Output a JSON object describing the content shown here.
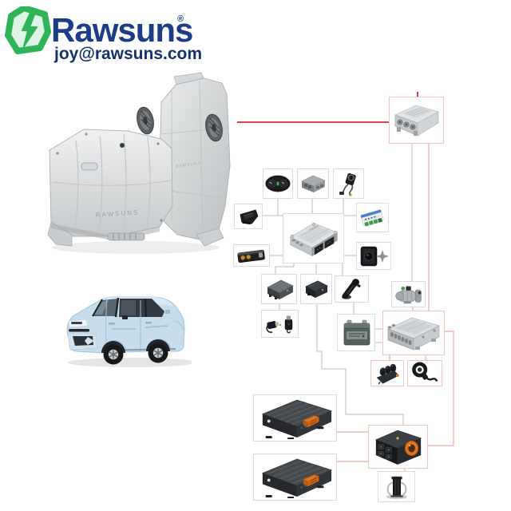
{
  "header": {
    "brand": "Rawsuns",
    "trademark": "®",
    "email": "joy@rawsuns.com"
  },
  "motor": {
    "emboss_text": "RAWSUNS"
  },
  "colors": {
    "brand_green": "#2fb457",
    "brand_navy": "#1d3c87",
    "email_navy": "#16306b",
    "red_line": "#e60012",
    "pink_line": "#f4b6b6",
    "gray_line": "#c9c9c9",
    "box_border_gray": "#dcdcdc",
    "box_border_pink": "#f2c6c6",
    "car_blue": "#c6dded",
    "battery_orange": "#e0731f"
  },
  "diagram": {
    "components": [
      {
        "name": "motor-controller"
      },
      {
        "name": "instrument-cluster"
      },
      {
        "name": "dcdc-module"
      },
      {
        "name": "ignition-switch"
      },
      {
        "name": "obd-connector"
      },
      {
        "name": "io-terminal-module"
      },
      {
        "name": "vehicle-control-unit"
      },
      {
        "name": "camera-module"
      },
      {
        "name": "gps-box"
      },
      {
        "name": "dcdc-converter"
      },
      {
        "name": "on-board-charger"
      },
      {
        "name": "gear-shifter"
      },
      {
        "name": "cable-connectors"
      },
      {
        "name": "12v-battery"
      },
      {
        "name": "coolant-pump"
      },
      {
        "name": "power-distribution-unit"
      },
      {
        "name": "accelerator-pedal"
      },
      {
        "name": "charging-socket"
      },
      {
        "name": "battery-pack-1"
      },
      {
        "name": "battery-pack-2"
      },
      {
        "name": "battery-distribution-unit"
      },
      {
        "name": "dc-contactor"
      }
    ]
  }
}
